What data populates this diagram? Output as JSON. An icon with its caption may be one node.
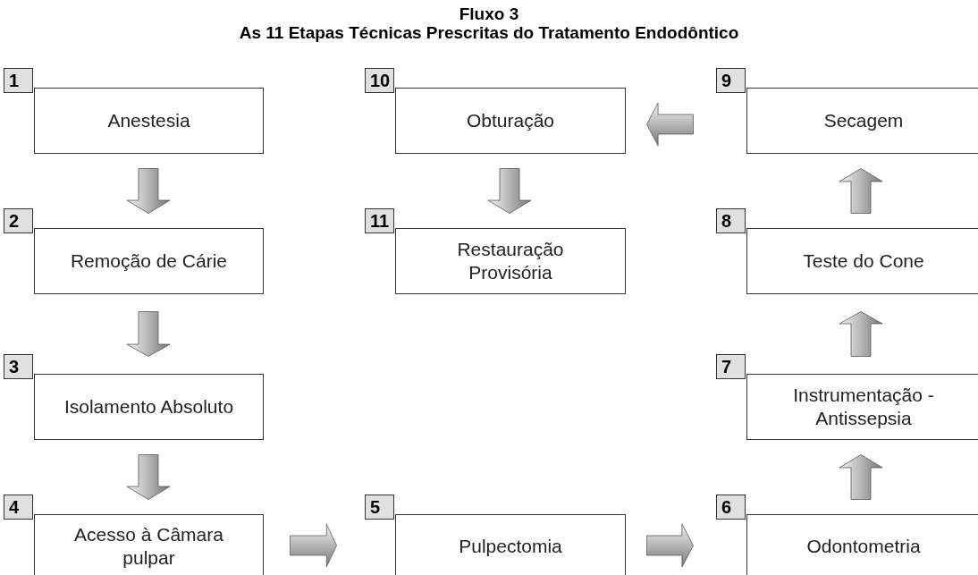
{
  "diagram": {
    "title": "Fluxo 3",
    "nodes": [
      {
        "text": [
          "1",
          "Anestesia"
        ]
      },
      {
        "text": [
          "10",
          "Obturação"
        ]
      },
      {
        "text": [
          "9",
          "Secagem"
        ]
      },
      {
        "text": [
          "2",
          "Remoção de Cárie"
        ]
      },
      {
        "text": [
          "11",
          "Restauração Provisória"
        ]
      },
      {
        "text": [
          "8",
          "Teste do Cone"
        ]
      },
      {
        "text": [
          "3",
          "Isolamento Absoluto"
        ]
      },
      {
        "text": [
          "7",
          "Instrumentação - Antissepsia"
        ]
      },
      {
        "text": [
          "4",
          "Acesso à Câmara pulpar"
        ]
      },
      {
        "text": [
          "5",
          "Pulpectomia"
        ]
      },
      {
        "text": [
          "6",
          "Odontometria"
        ]
      }
    ],
    "edges": [
      {
        "from": 0,
        "to": 3,
        "arrow": "to"
      },
      {
        "from": 3,
        "to": 6,
        "arrow": "to"
      },
      {
        "from": 6,
        "to": 8,
        "arrow": "to"
      },
      {
        "from": 8,
        "to": 9,
        "arrow": "to"
      },
      {
        "from": 9,
        "to": 10,
        "arrow": "to"
      },
      {
        "from": 10,
        "to": 7,
        "arrow": "to"
      },
      {
        "from": 7,
        "to": 5,
        "arrow": "to"
      },
      {
        "from": 5,
        "to": 2,
        "arrow": "to"
      },
      {
        "from": 2,
        "to": 1,
        "arrow": "to"
      },
      {
        "from": 1,
        "to": 4,
        "arrow": "to"
      }
    ],
    "labels": [
      "As 11 Etapas Técnicas Prescritas do Tratamento Endodôntico"
    ]
  }
}
